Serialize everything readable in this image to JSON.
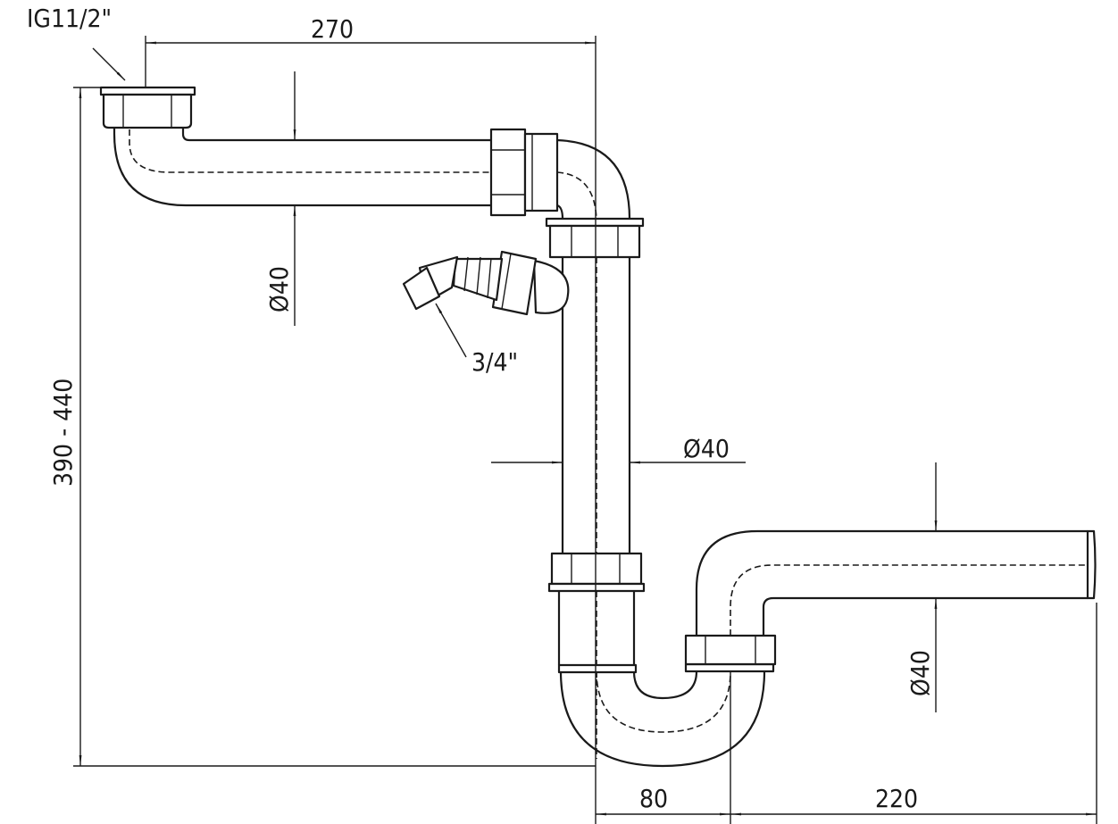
{
  "title": "Siphon technical drawing",
  "labels": {
    "inlet_thread": "IG11/2\"",
    "hose_connector": "3/4\"",
    "width_top": "270",
    "height_range": "390 - 440",
    "diameter_top": "Ø40",
    "diameter_vertical": "Ø40",
    "diameter_outlet": "Ø40",
    "offset_bottom": "80",
    "outlet_length": "220"
  },
  "colors": {
    "line": "#1a1a1a",
    "background": "#ffffff"
  }
}
